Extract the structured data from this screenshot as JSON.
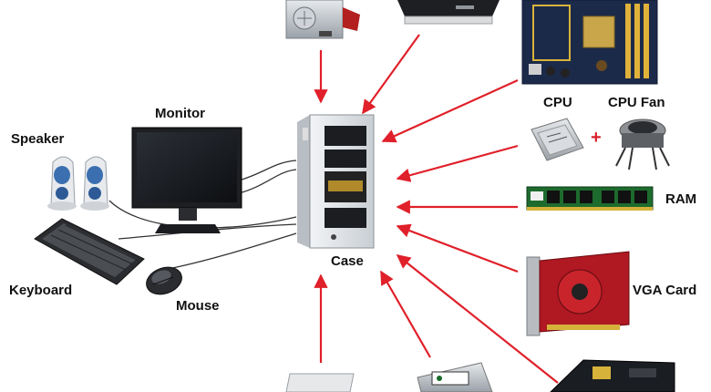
{
  "labels": {
    "speaker": "Speaker",
    "monitor": "Monitor",
    "keyboard": "Keyboard",
    "mouse": "Mouse",
    "case": "Case",
    "cpu": "CPU",
    "cpu_fan": "CPU Fan",
    "plus": "+",
    "ram": "RAM",
    "vga_card": "VGA Card"
  },
  "colors": {
    "arrow": "#e0202a",
    "plus": "#d9202a"
  },
  "components": [
    "power-supply",
    "dvd-drive",
    "motherboard",
    "cpu",
    "cpu-fan",
    "ram",
    "vga-card",
    "sound-card",
    "hard-disk",
    "floppy-drive",
    "monitor",
    "speakers",
    "keyboard",
    "mouse",
    "case"
  ]
}
